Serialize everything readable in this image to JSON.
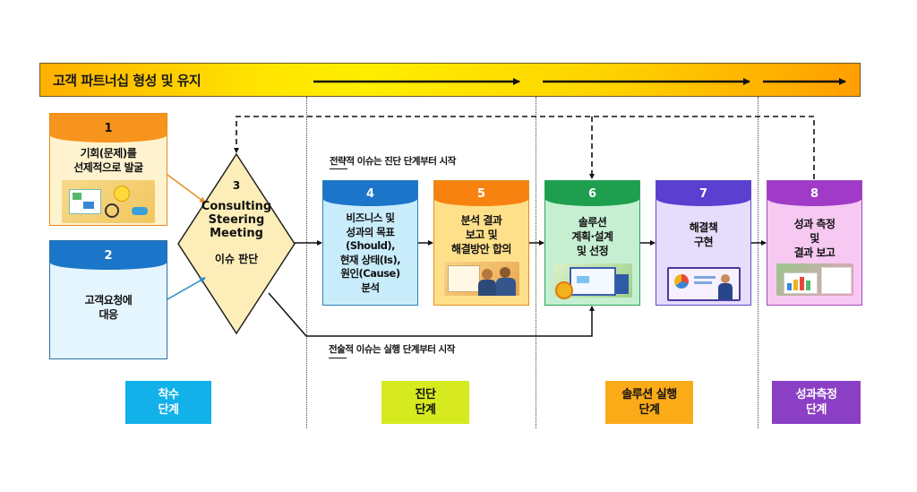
{
  "banner": {
    "title": "고객 파트너십 형성 및 유지",
    "gradient_colors": [
      "#ffb000",
      "#ffee00",
      "#ff9e00"
    ]
  },
  "notes": {
    "strategic": "전략적 이슈는 진단 단계부터 시작",
    "tactical": "전술적 이슈는 실행 단계부터 시작"
  },
  "steps": [
    {
      "number": "1",
      "lines": [
        "기회(문제)를",
        "선제적으로 발굴"
      ],
      "image": "opportunity-discovery-illustration",
      "head_color": "#f7941d",
      "body_color": "#fff3cf",
      "border_color": "#e88a1a"
    },
    {
      "number": "2",
      "lines": [
        "고객요청에",
        "대응"
      ],
      "head_color": "#1b75c9",
      "body_color": "#e4f5fd",
      "border_color": "#2b6fa6"
    },
    {
      "number": "3",
      "lines": [
        "Consulting",
        "Steering",
        "Meeting",
        "",
        "이슈 판단"
      ],
      "shape": "diamond",
      "fill_color": "#fdeeb9"
    },
    {
      "number": "4",
      "lines": [
        "비즈니스 및",
        "성과의 목표",
        "(Should),",
        "현재 상태(Is),",
        "원인(Cause)",
        "분석"
      ],
      "head_color": "#1b75c9",
      "body_color": "#c9ecfb",
      "border_color": "#2b7fba"
    },
    {
      "number": "5",
      "lines": [
        "분석 결과",
        "보고 및",
        "해결방안 합의"
      ],
      "image": "report-meeting-illustration",
      "head_color": "#f7820f",
      "body_color": "#ffe08a",
      "border_color": "#e0921f"
    },
    {
      "number": "6",
      "lines": [
        "솔루션",
        "계획·설계",
        "및 선정"
      ],
      "image": "solution-planning-illustration",
      "head_color": "#1e9e4f",
      "body_color": "#c6efd2",
      "border_color": "#2aa35a"
    },
    {
      "number": "7",
      "lines": [
        "해결책",
        "구현"
      ],
      "image": "implementation-illustration",
      "head_color": "#5a3fd0",
      "body_color": "#e6dcfb",
      "border_color": "#5b4cc8"
    },
    {
      "number": "8",
      "lines": [
        "성과 측정",
        "및",
        "결과 보고"
      ],
      "image": "performance-report-illustration",
      "head_color": "#a03ac7",
      "body_color": "#f6c8f2",
      "border_color": "#a349c2"
    }
  ],
  "phases": [
    {
      "label_lines": [
        "착수",
        "단계"
      ],
      "color": "#12b1ea",
      "text_color": "#ffffff"
    },
    {
      "label_lines": [
        "진단",
        "단계"
      ],
      "color": "#d6ea1f",
      "text_color": "#111111"
    },
    {
      "label_lines": [
        "솔루션 실행",
        "단계"
      ],
      "color": "#fbaa18",
      "text_color": "#111111"
    },
    {
      "label_lines": [
        "성과측정",
        "단계"
      ],
      "color": "#8b3fc4",
      "text_color": "#ffffff"
    }
  ]
}
